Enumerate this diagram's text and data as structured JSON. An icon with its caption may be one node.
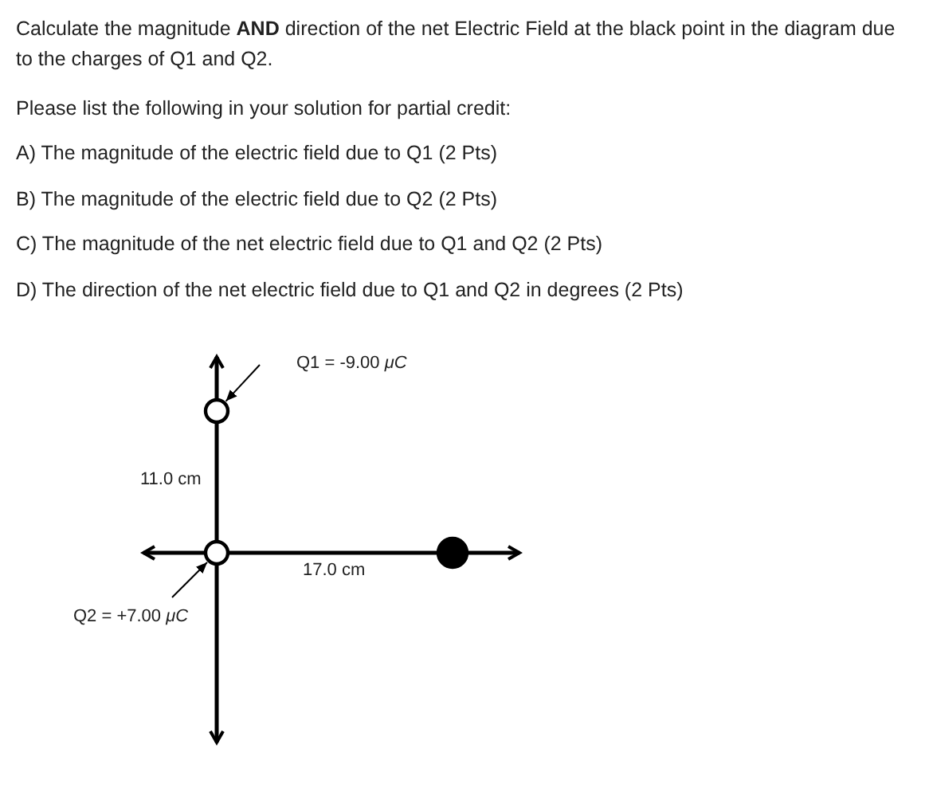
{
  "diagram": {
    "nodes": [
      {
        "text": [
          "Q1 = -9.00 *μC*"
        ]
      },
      {
        "text": [],
        "shape": "circle"
      },
      {
        "text": [
          "Q2 = +7.00 *μC*"
        ]
      },
      {
        "text": [],
        "shape": "circle"
      },
      {
        "text": [],
        "shape": "circle"
      }
    ],
    "edges": [
      {
        "from": 0,
        "to": 1,
        "arrow": "to"
      },
      {
        "from": 2,
        "to": 3,
        "arrow": "to"
      }
    ],
    "labels": [
      "Calculate the magnitude **AND** direction of the net Electric Field at the black point in the diagram due to the charges of Q1 and Q2.",
      "Please list the following in your solution for partial credit:",
      "A) The magnitude of the electric field due to Q1 (2 Pts)",
      "B) The magnitude of the electric field due to Q2 (2 Pts)",
      "C) The magnitude of the net electric field due to Q1 and Q2 (2 Pts)",
      "D) The direction of the net electric field due to Q1 and Q2 in degrees (2 Pts)",
      "11.0 cm",
      "17.0 cm"
    ]
  }
}
